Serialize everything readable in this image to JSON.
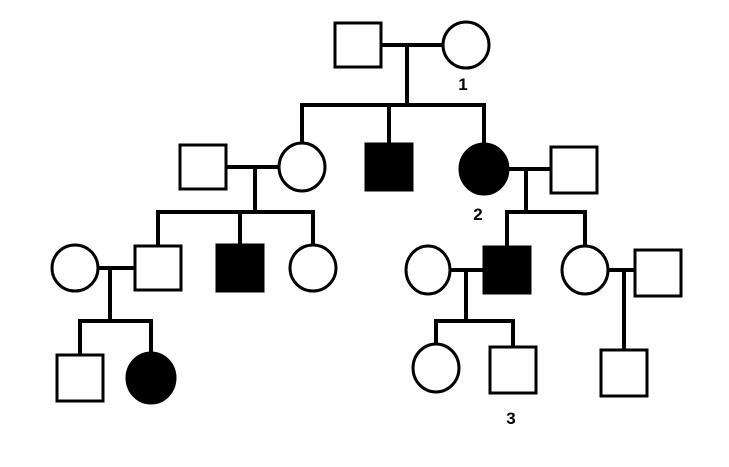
{
  "diagram": {
    "type": "pedigree",
    "colors": {
      "affected": "#000000",
      "unaffected": "#ffffff",
      "line": "#000000"
    },
    "individuals": [
      {
        "id": "g1-father",
        "generation": 1,
        "sex": "male",
        "affected": false
      },
      {
        "id": "g1-mother",
        "generation": 1,
        "sex": "female",
        "affected": false,
        "label": "1"
      },
      {
        "id": "g2-daughter-1-spouse",
        "generation": 2,
        "sex": "male",
        "affected": false
      },
      {
        "id": "g2-daughter-1",
        "generation": 2,
        "sex": "female",
        "affected": false
      },
      {
        "id": "g2-son",
        "generation": 2,
        "sex": "male",
        "affected": true
      },
      {
        "id": "g2-daughter-2",
        "generation": 2,
        "sex": "female",
        "affected": true,
        "label": "2"
      },
      {
        "id": "g2-daughter-2-spouse",
        "generation": 2,
        "sex": "male",
        "affected": false
      },
      {
        "id": "g3-grandson-1-spouse",
        "generation": 3,
        "sex": "female",
        "affected": false
      },
      {
        "id": "g3-grandson-1",
        "generation": 3,
        "sex": "male",
        "affected": false
      },
      {
        "id": "g3-grandson-2",
        "generation": 3,
        "sex": "male",
        "affected": true
      },
      {
        "id": "g3-granddaughter-1",
        "generation": 3,
        "sex": "female",
        "affected": false
      },
      {
        "id": "g3-grandson-3-spouse",
        "generation": 3,
        "sex": "female",
        "affected": false
      },
      {
        "id": "g3-grandson-3",
        "generation": 3,
        "sex": "male",
        "affected": true
      },
      {
        "id": "g3-granddaughter-2",
        "generation": 3,
        "sex": "female",
        "affected": false
      },
      {
        "id": "g3-granddaughter-2-spouse",
        "generation": 3,
        "sex": "male",
        "affected": false
      },
      {
        "id": "g4-male-1",
        "generation": 4,
        "sex": "male",
        "affected": false
      },
      {
        "id": "g4-female-1",
        "generation": 4,
        "sex": "female",
        "affected": true
      },
      {
        "id": "g4-female-2",
        "generation": 4,
        "sex": "female",
        "affected": false
      },
      {
        "id": "g4-male-2",
        "generation": 4,
        "sex": "male",
        "affected": false,
        "label": "3"
      },
      {
        "id": "g4-male-3",
        "generation": 4,
        "sex": "male",
        "affected": false
      }
    ],
    "labels": {
      "one": "1",
      "two": "2",
      "three": "3"
    }
  }
}
